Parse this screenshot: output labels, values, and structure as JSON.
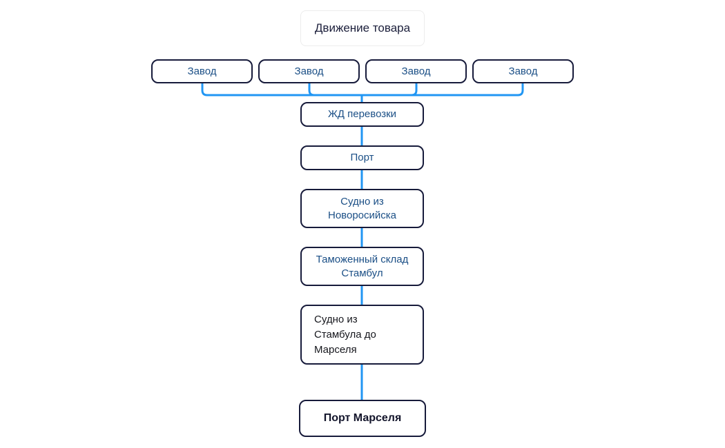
{
  "diagram": {
    "title_card": {
      "label": "Движение товара"
    },
    "sources": {
      "group_name": "factories-row",
      "items": [
        {
          "label": "Завод"
        },
        {
          "label": "Завод"
        },
        {
          "label": "Завод"
        },
        {
          "label": "Завод"
        }
      ]
    },
    "chain": [
      {
        "name": "rail-transport",
        "label": "ЖД перевозки"
      },
      {
        "name": "port",
        "label": "Порт"
      },
      {
        "name": "ship-novorossiysk",
        "label": "Судно из\nНоворосийска"
      },
      {
        "name": "customs-istanbul",
        "label": "Таможенный склад\nСтамбул"
      },
      {
        "name": "ship-istanbul-marseille",
        "label": "Судно из\nСтамбула до\nМарселя"
      },
      {
        "name": "port-marseille",
        "label": "Порт Марселя"
      }
    ],
    "colors": {
      "node_border": "#161a3a",
      "node_text": "#1b4f86",
      "dark_text": "#15161c",
      "connector": "#2196f3",
      "title_border": "#ececec",
      "background": "#ffffff"
    }
  }
}
